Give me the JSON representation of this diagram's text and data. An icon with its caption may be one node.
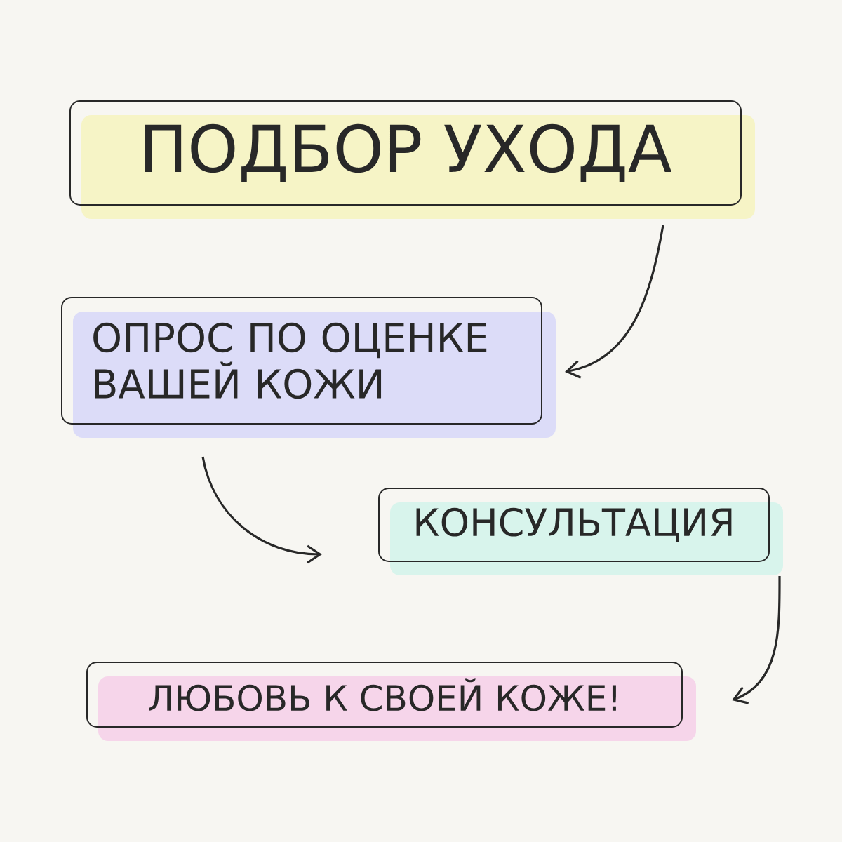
{
  "diagram": {
    "nodes": [
      {
        "text": [
          "ПОДБОР УХОДА"
        ]
      },
      {
        "text": [
          "ОПРОС ПО ОЦЕНКЕ ВАШЕЙ КОЖИ"
        ]
      },
      {
        "text": [
          "КОНСУЛЬТАЦИЯ"
        ]
      },
      {
        "text": [
          "ЛЮБОВЬ К СВОЕЙ КОЖЕ!"
        ]
      }
    ],
    "edges": [
      {
        "from": 0,
        "to": 1,
        "arrow": "to"
      },
      {
        "from": 1,
        "to": 2,
        "arrow": "to"
      },
      {
        "from": 2,
        "to": 3,
        "arrow": "to"
      }
    ]
  }
}
